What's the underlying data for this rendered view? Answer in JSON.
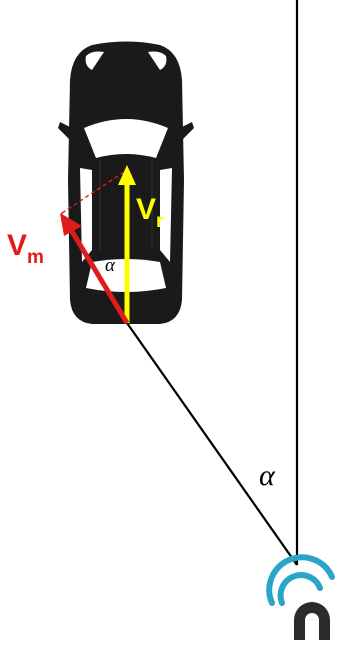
{
  "labels": {
    "vm_main": "V",
    "vm_sub": "m",
    "vr_main": "V",
    "vr_sub": "r",
    "alpha_car": "α",
    "alpha_ground": "α"
  },
  "colors": {
    "vm": "#e01b1b",
    "vr": "#ffff00",
    "car_body": "#1a1a1a",
    "glass": "#ffffff",
    "line": "#000000",
    "sensor_arc": "#2aa4c9",
    "sensor_body": "#2b2b2b"
  },
  "icons": {
    "sensor": "radar-sensor-icon",
    "car": "car-top-view-icon"
  }
}
